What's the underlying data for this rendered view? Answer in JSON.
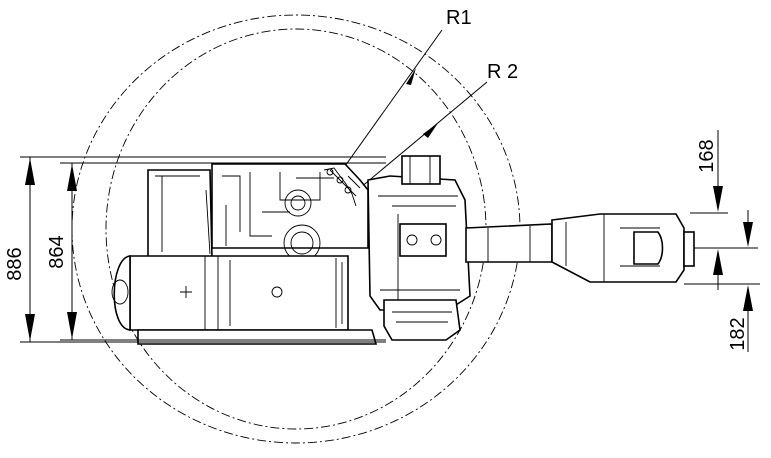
{
  "labels": {
    "radius_outer": "R1",
    "radius_inner": "R 2"
  },
  "dimensions": {
    "overall_height": "886",
    "inner_height": "864",
    "top_offset": "168",
    "bottom_offset": "182"
  },
  "colors": {
    "line": "#000000",
    "background": "#ffffff"
  }
}
